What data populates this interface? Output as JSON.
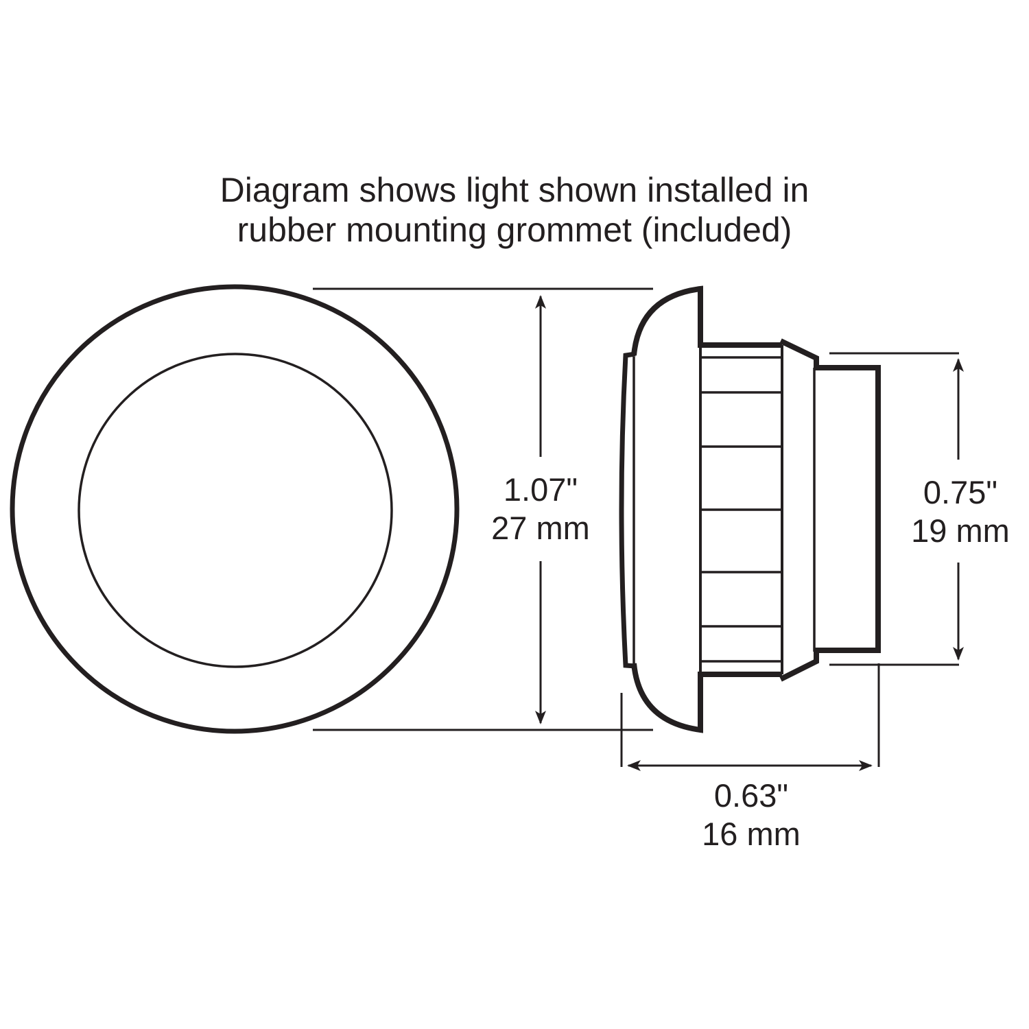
{
  "caption": {
    "line1": "Diagram shows light shown installed in",
    "line2": "rubber mounting grommet (included)"
  },
  "views": {
    "front": {
      "label": "front-view",
      "shape": "concentric circles"
    },
    "side": {
      "label": "side-view",
      "shape": "profile with grommet and ribbed body"
    }
  },
  "dimensions": {
    "overall_diameter": {
      "inches": "1.07\"",
      "mm": "27 mm"
    },
    "grommet_diameter": {
      "inches": "0.75\"",
      "mm": "19 mm"
    },
    "depth": {
      "inches": "0.63\"",
      "mm": "16 mm"
    }
  },
  "colors": {
    "line": "#231f20",
    "background": "#ffffff"
  }
}
